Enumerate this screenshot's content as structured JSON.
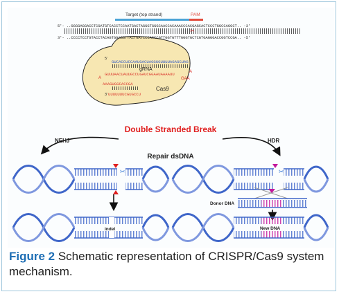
{
  "figure": {
    "seq_top": "5'- ..GGGGAGGACCTCGATGTCACCTCCAATGACTAGGGTGGGCAACCACAAACCCACGAGCACTCCCTGGCCAGGCT.. -3'",
    "seq_bottom": "3'- ..CCCCTCCTGTACCTACAGTGGAGGTTACTGATCCCACCCGTTGGTGTTTGGGTGCTCGTGAGGGACCGGTCCGA.. -5'",
    "target_label": "Target (top strand)",
    "pam_label": "PAM",
    "cut_marker": "✂",
    "five_prime": "5'",
    "three_prime": "3'",
    "grna_seq_1": "GUCACCUCCAAUGACUAGGGGUUUUAGAGCUAG",
    "grna_seq_2": "GUUUAACUAUUGCCUGAUCGGAAUAAAAUU",
    "grna_seq_3": "AAAGUGGCACCGA",
    "grna_seq_4": "UUUUUUUCGUGCCU",
    "grna_loop": "A",
    "grna_label": "gRNA",
    "cas9_label": "Cas9",
    "gaaa": "GAA",
    "dsb_label": "Double Stranded Break",
    "nehj_label": "NEHJ",
    "hdr_label": "HDR",
    "repair_label": "Repair dsDNA",
    "donor_label": "Donor DNA",
    "indel_label": "indel",
    "newdna_label": "New DNA",
    "colors": {
      "target_bar": "#4aa3d6",
      "pam_bar": "#e24a3b",
      "rna_red": "#d9322a",
      "rna_blue": "#2a56c6",
      "cas9_fill": "#f7e7b2",
      "dsb_red": "#e02020",
      "helix_blue": "#3f66c9",
      "magenta": "#c3199c"
    }
  },
  "caption": {
    "label": "Figure 2",
    "text": " Schematic representation of CRISPR/Cas9 system mechanism."
  }
}
